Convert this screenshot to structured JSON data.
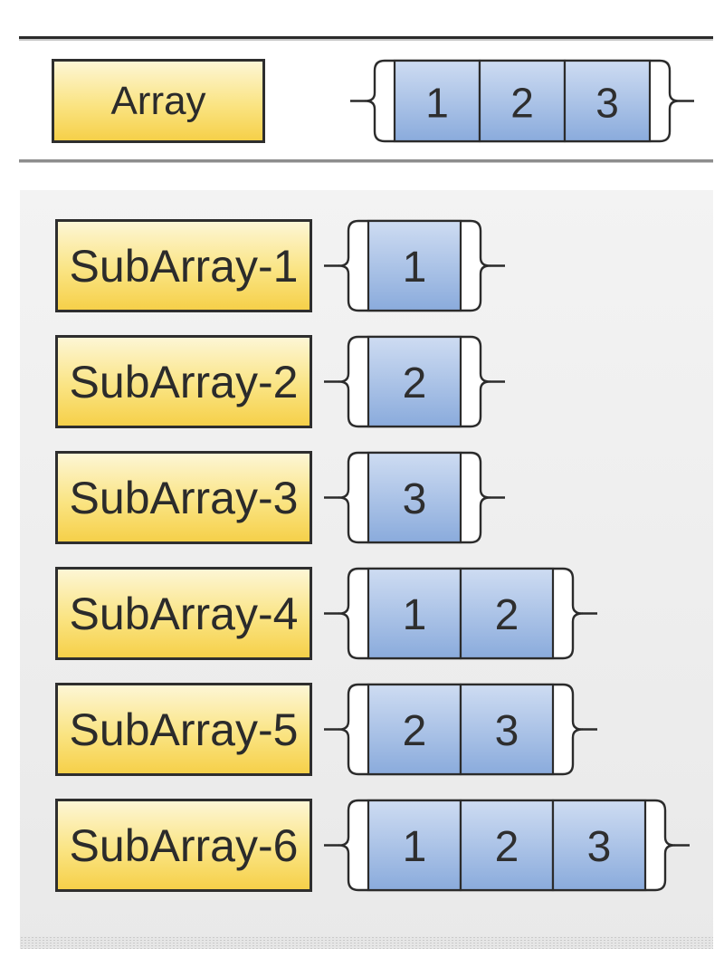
{
  "diagram": {
    "array": {
      "label": "Array",
      "cells": [
        "1",
        "2",
        "3"
      ]
    },
    "subarrays": [
      {
        "label": "SubArray-1",
        "cells": [
          "1"
        ]
      },
      {
        "label": "SubArray-2",
        "cells": [
          "2"
        ]
      },
      {
        "label": "SubArray-3",
        "cells": [
          "3"
        ]
      },
      {
        "label": "SubArray-4",
        "cells": [
          "1",
          "2"
        ]
      },
      {
        "label": "SubArray-5",
        "cells": [
          "2",
          "3"
        ]
      },
      {
        "label": "SubArray-6",
        "cells": [
          "1",
          "2",
          "3"
        ]
      }
    ],
    "colors": {
      "outline": "#2b2b2b",
      "label_box_top": "#fdf6d5",
      "label_box_bottom": "#f6d049",
      "cell_top": "#cedcf2",
      "cell_bottom": "#8aabdc",
      "text": "#2e2e2e",
      "top_rule": "#2b2b2b",
      "mid_rule": "#8d8d8d",
      "panel_bg": "#ededed",
      "page_bg": "#ffffff"
    }
  }
}
